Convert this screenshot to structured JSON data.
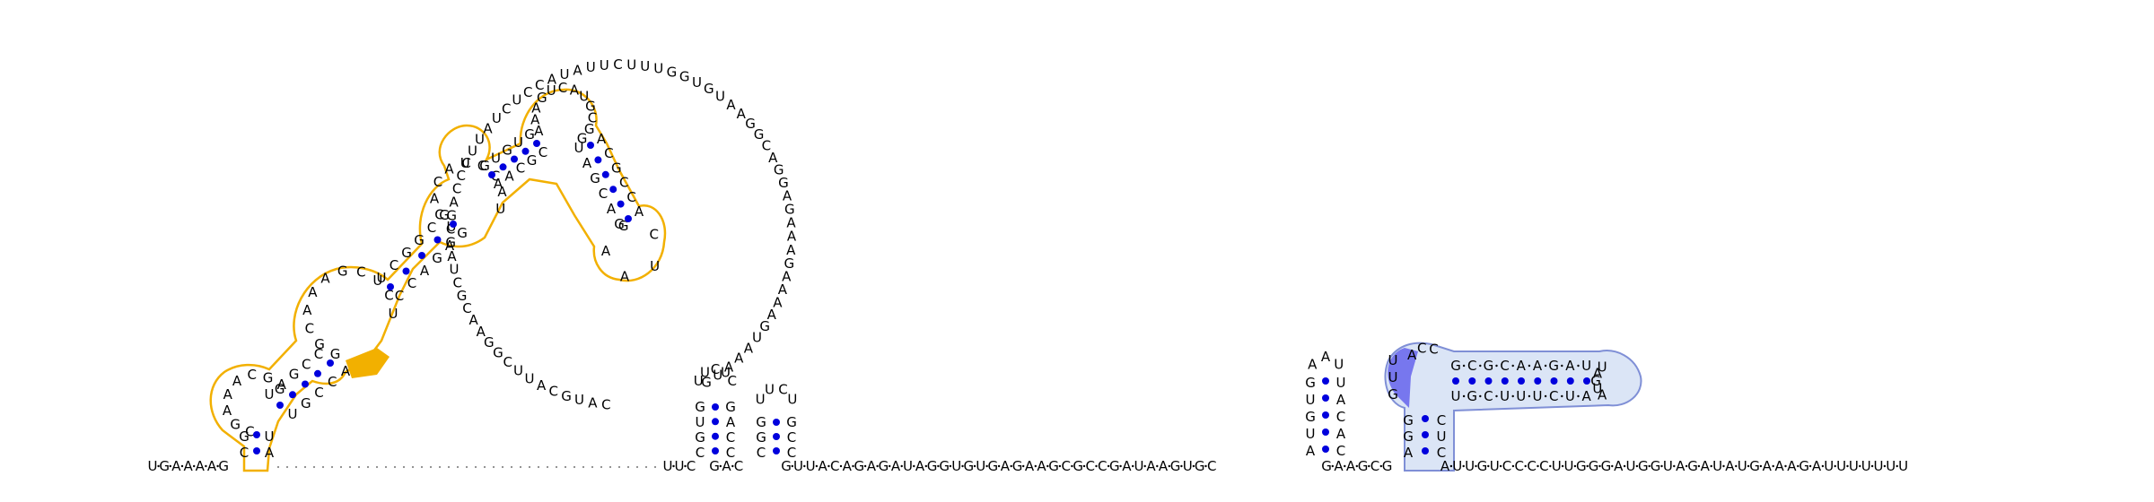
{
  "diagram": {
    "backbone_left": "UGAAAAG",
    "backbone_mid1": "UUC",
    "backbone_mid2": "GAC",
    "backbone_mid3": "GUUACAGAGAUAGGUGUGAGAAGCGCCGAUAAGUGC",
    "backbone_mid4": "GAAGCG",
    "backbone_right": "AUUGUCCCCUUGGGAUGGUAGAUAUGAAAGAUUUUUUU",
    "big_loop_seq": "CAUGCAUUCGGAACGCUAGCGACCCUUAUCUCCAUAUUCUUUGGUGUAAGGCAGGAGAAAGAAAAGUAAAUG",
    "hairpin1": {
      "left": "CGUG",
      "loop": "UUCUC",
      "right": "CCAG"
    },
    "hairpin2": {
      "left": "CGG",
      "loop": "UUCU",
      "right": "CCG"
    },
    "hairpin3": {
      "left": "AUGUG",
      "loop": "AAU",
      "right": "CACAU"
    },
    "blue_hairpin": {
      "stem_left": "AGG",
      "stem_right": "CUC",
      "loop_left": "GUU",
      "loop_top": "ACC",
      "helix_top": "GCGCAAGAU",
      "hp_loop": "UAGUA",
      "helix_bottom": "UGCUUUCUA"
    },
    "domain_left": {
      "seq": "CGAUCGAAACGGUAGCCUGCCAGGCAAAGCUCUUCGGCGCCAGAGUCACAUCCAUGUGUGAACGCAAAGUCAUGCGGUAGCAGACGCCAGCUAA"
    },
    "colors": {
      "pair": "#0000dd",
      "orange": "#f2b000",
      "orange_fill": "#ffffff",
      "orange_highlight": "#f2b000",
      "blue_fill": "#dbe5f6",
      "blue_outline": "#7f8fd6",
      "blue_highlight": "#7777ee",
      "text": "#000000",
      "gap": "#888888"
    }
  }
}
